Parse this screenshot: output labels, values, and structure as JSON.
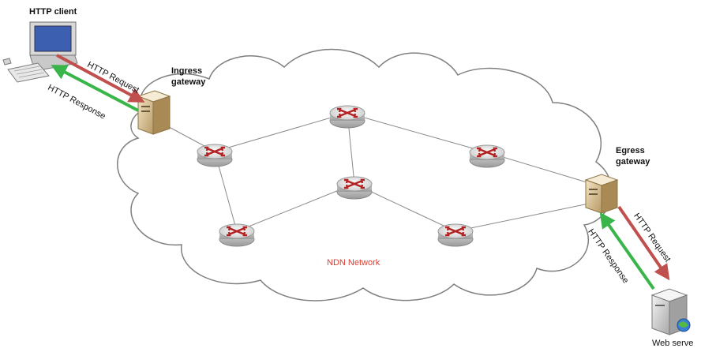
{
  "labels": {
    "http_client": "HTTP client",
    "ingress_gateway": [
      "Ingress",
      "gateway"
    ],
    "egress_gateway": [
      "Egress",
      "gateway"
    ],
    "web_server": "Web serve",
    "network": "NDN Network",
    "request_top": "HTTP Request",
    "response_top": "HTTP Response",
    "request_bottom": "HTTP Request",
    "response_bottom": "HTTP Response"
  },
  "colors": {
    "request_arrow": "#c0504d",
    "response_arrow": "#39b54a",
    "network_label": "#e23c2e",
    "router_arrows": "#b22222"
  },
  "icons": {
    "client": "desktop-computer-icon",
    "gateway": "server-tower-icon",
    "router": "router-icon",
    "web_server": "web-server-icon"
  }
}
